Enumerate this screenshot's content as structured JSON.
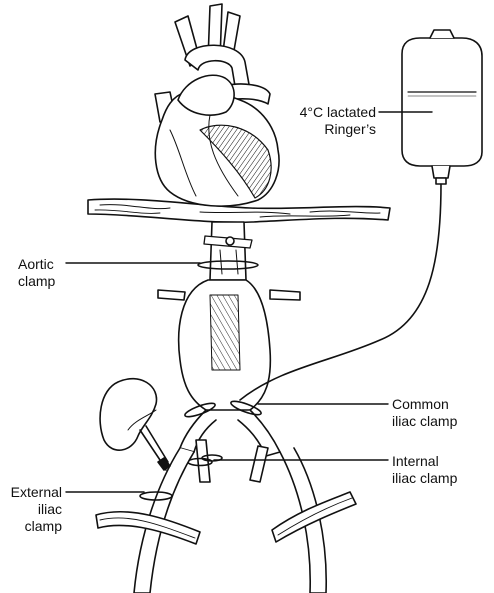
{
  "labels": {
    "ringer": [
      "4°C lactated",
      "Ringer’s"
    ],
    "aortic_clamp": [
      "Aortic",
      "clamp"
    ],
    "common_iliac_clamp": [
      "Common",
      "iliac clamp"
    ],
    "internal_iliac_clamp": [
      "Internal",
      "iliac clamp"
    ],
    "external_iliac_clamp": [
      "External",
      "iliac",
      "clamp"
    ]
  },
  "colors": {
    "line": "#111111",
    "background": "#ffffff"
  }
}
